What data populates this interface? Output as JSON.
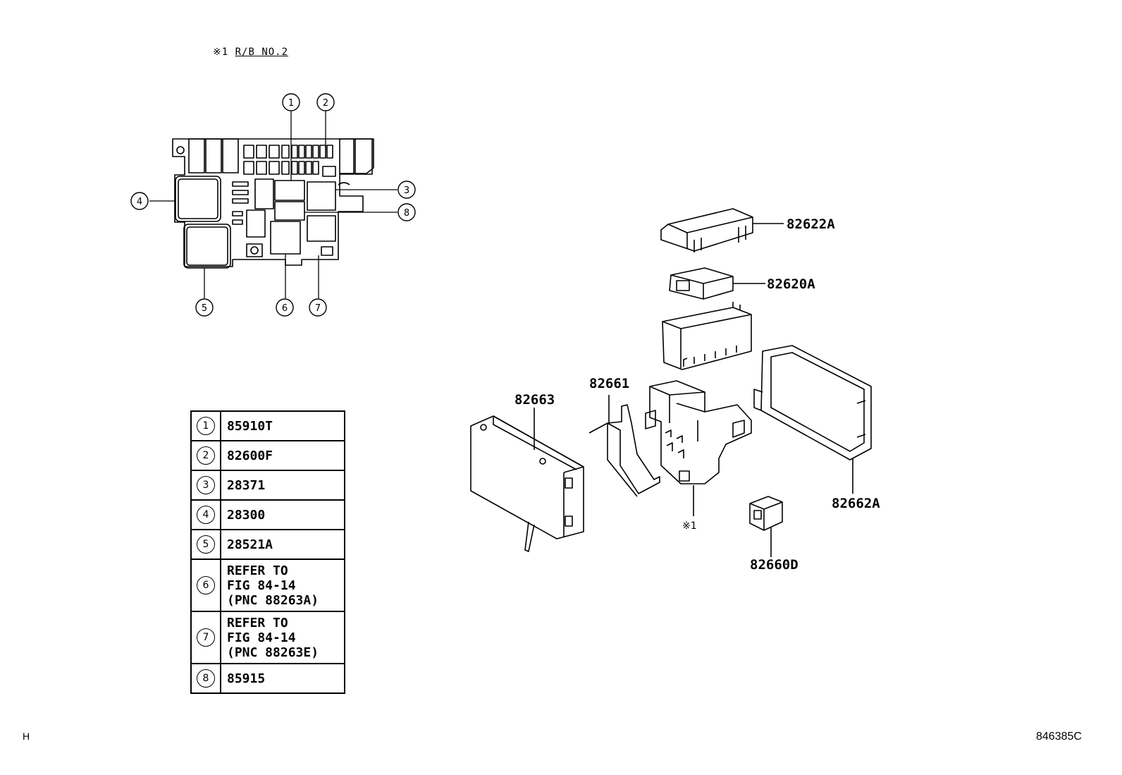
{
  "header": {
    "mark": "※1",
    "title": "R/B NO.2"
  },
  "callouts": [
    "1",
    "2",
    "3",
    "4",
    "5",
    "6",
    "7",
    "8"
  ],
  "legend": [
    {
      "num": "1",
      "text": "85910T"
    },
    {
      "num": "2",
      "text": "82600F"
    },
    {
      "num": "3",
      "text": "28371"
    },
    {
      "num": "4",
      "text": "28300"
    },
    {
      "num": "5",
      "text": "28521A"
    },
    {
      "num": "6",
      "lines": [
        "REFER TO",
        "FIG 84-14",
        "(PNC 88263A)"
      ]
    },
    {
      "num": "7",
      "lines": [
        "REFER TO",
        "FIG 84-14",
        "(PNC 88263E)"
      ]
    },
    {
      "num": "8",
      "text": "85915"
    }
  ],
  "parts": {
    "p82622A": "82622A",
    "p82620A": "82620A",
    "p82661": "82661",
    "p82663": "82663",
    "p82662A": "82662A",
    "p82660D": "82660D",
    "mark1": "※1"
  },
  "footer": {
    "left": "H",
    "right": "846385C"
  }
}
